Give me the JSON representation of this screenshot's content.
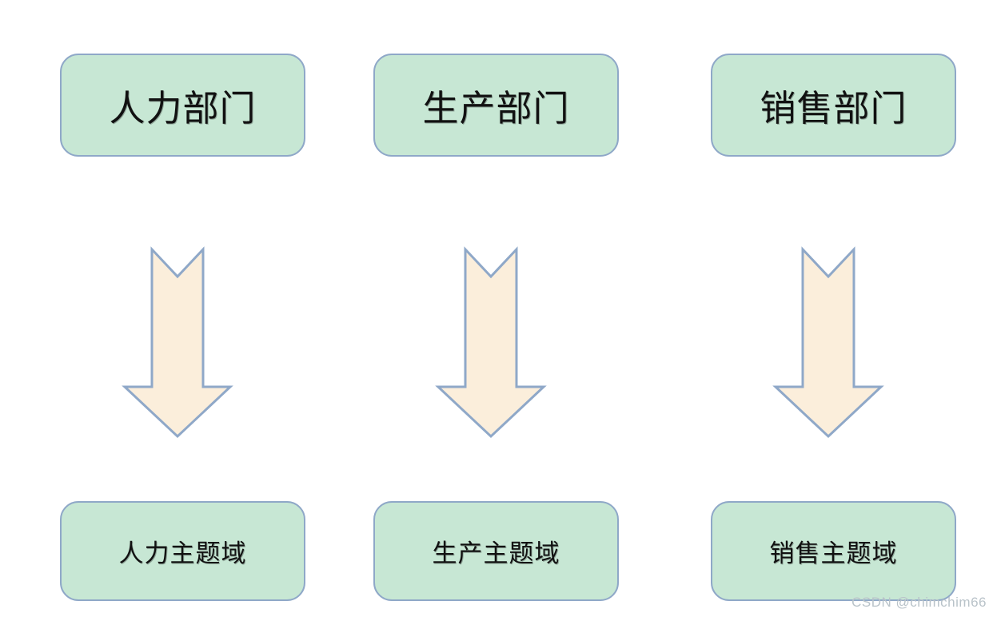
{
  "diagram": {
    "type": "flow",
    "title": "",
    "background_color": "#ffffff",
    "node_fill_color": "#c7e7d4",
    "node_border_color": "#8fa8c8",
    "arrow_fill_color": "#fbeedb",
    "arrow_border_color": "#8fa8c8",
    "text_color": "#111111",
    "columns": [
      {
        "source": {
          "label": "人力部门"
        },
        "arrow": {
          "direction": "down",
          "shape": "notched-down-arrow"
        },
        "target": {
          "label": "人力主题域"
        }
      },
      {
        "source": {
          "label": "生产部门"
        },
        "arrow": {
          "direction": "down",
          "shape": "notched-down-arrow"
        },
        "target": {
          "label": "生产主题域"
        }
      },
      {
        "source": {
          "label": "销售部门"
        },
        "arrow": {
          "direction": "down",
          "shape": "notched-down-arrow"
        },
        "target": {
          "label": "销售主题域"
        }
      }
    ]
  },
  "watermark": {
    "text": "CSDN @chimchim66",
    "color": "#b9c3c9"
  }
}
